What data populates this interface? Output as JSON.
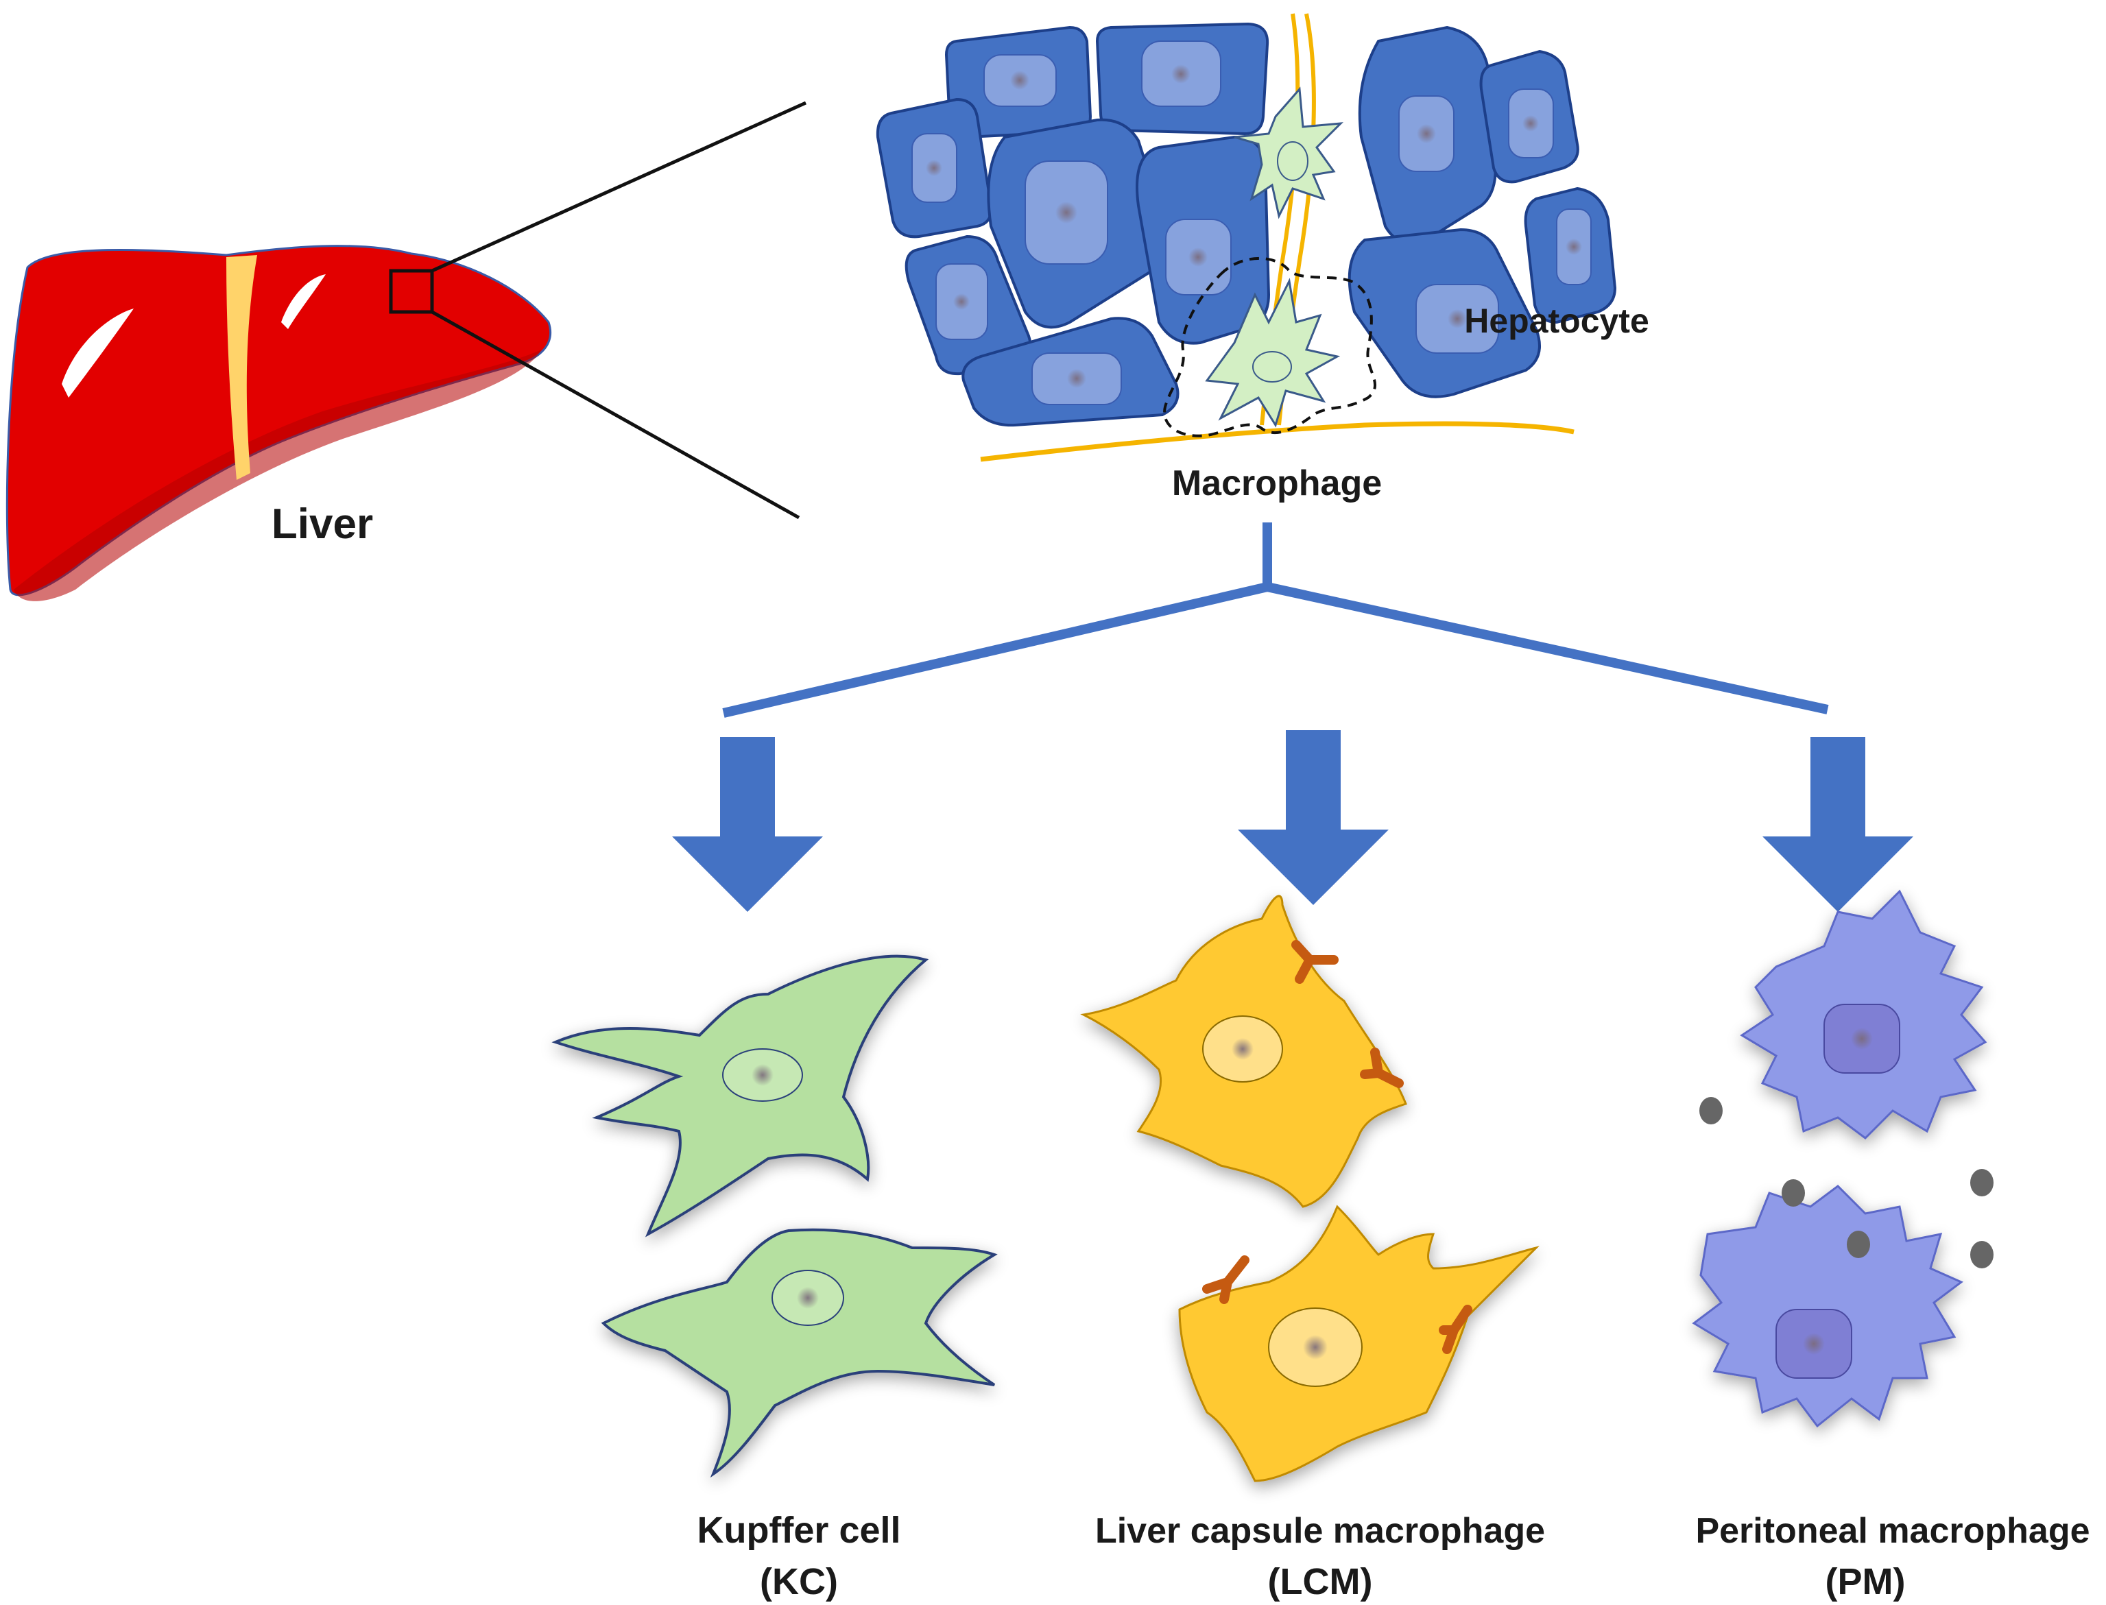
{
  "labels": {
    "liver": "Liver",
    "hepatocyte": "Hepatocyte",
    "macrophage": "Macrophage",
    "kc_name": "Kupffer cell",
    "kc_abbr": "(KC)",
    "lcm_name": "Liver capsule macrophage",
    "lcm_abbr": "(LCM)",
    "pm_name": "Peritoneal macrophage",
    "pm_abbr": "(PM)"
  },
  "colors": {
    "liver": "#e20000",
    "liver_dark": "#b40000",
    "liver_band": "#ffd36a",
    "hepatocyte": "#4472c4",
    "hepatocyte_nucleus": "#8fa8e0",
    "vessel": "#f5b400",
    "connector": "#4472c4",
    "kupffer": "#b5e0a0",
    "capsule": "#ffc933",
    "antibody": "#c55a11",
    "peritoneal": "#8f9ae8",
    "granule": "#666666"
  },
  "icons": {
    "arrow": "arrow-down-icon",
    "antibody": "y-shaped-receptor-icon",
    "zoom": "zoom-box-icon"
  }
}
